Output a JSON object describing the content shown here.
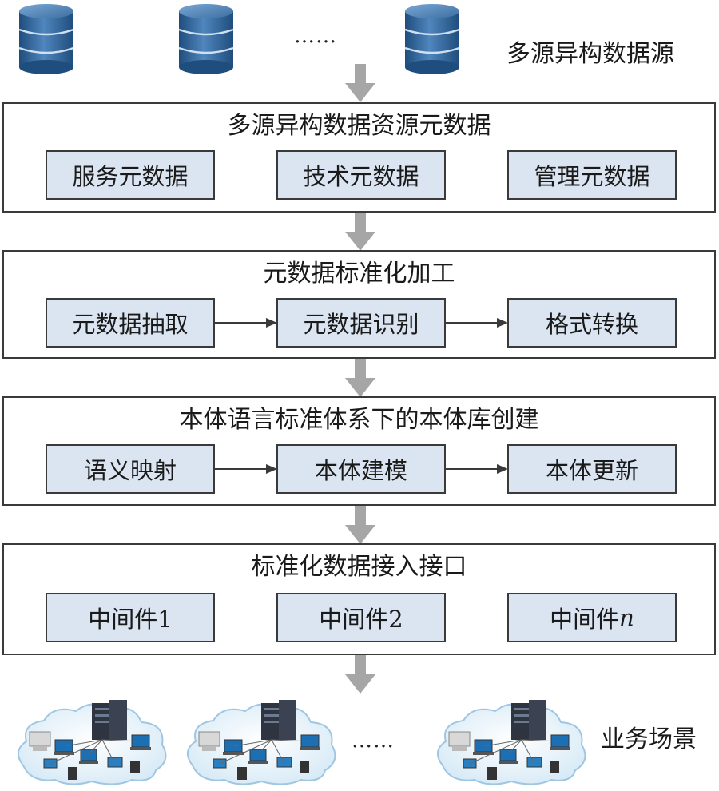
{
  "top": {
    "ellipsis": "……",
    "label": "多源异构数据源"
  },
  "stages": [
    {
      "title": "多源异构数据资源元数据",
      "items": [
        "服务元数据",
        "技术元数据",
        "管理元数据"
      ]
    },
    {
      "title": "元数据标准化加工",
      "items": [
        "元数据抽取",
        "元数据识别",
        "格式转换"
      ]
    },
    {
      "title": "本体语言标准体系下的本体库创建",
      "items": [
        "语义映射",
        "本体建模",
        "本体更新"
      ]
    },
    {
      "title": "标准化数据接入接口",
      "items": [
        "中间件1",
        "中间件2",
        "中间件"
      ],
      "last_suffix": "n"
    }
  ],
  "bottom": {
    "ellipsis": "……",
    "label": "业务场景"
  },
  "colors": {
    "item_fill": "#dbe5f1",
    "border": "#3a3a3a",
    "arrow": "#a6a6a6",
    "db_blue": "#3f6fa0"
  },
  "icons": [
    "database-icon",
    "network-cloud-icon",
    "down-arrow-icon",
    "right-arrow-icon"
  ]
}
